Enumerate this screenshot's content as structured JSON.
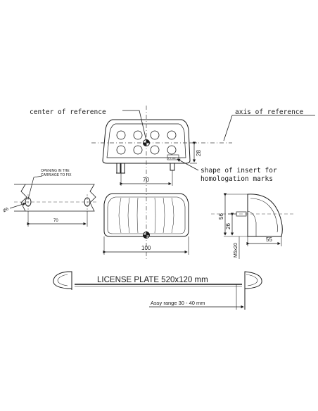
{
  "labels": {
    "center_of_reference": "center of reference",
    "axis_of_reference": "axis of reference",
    "shape_of_insert_line1": "shape of insert for",
    "shape_of_insert_line2": "homologation marks",
    "opening_line1": "OPENING IN THE",
    "opening_line2": "CARRIAGE TO FIX",
    "hole_dia": "Ø6",
    "insert_mark": "FT-06",
    "license_plate": "LICENSE PLATE 520x120 mm",
    "assy_range": "Assy range 30 - 40 mm"
  },
  "dimensions": {
    "dim_28": "28",
    "dim_70_top": "70",
    "dim_70_left": "70",
    "dim_100": "100",
    "dim_56": "56",
    "dim_26": "26",
    "dim_m5x20": "M5x20",
    "dim_55": "55"
  },
  "colors": {
    "line": "#1a1a1a",
    "dashed": "#444444",
    "background": "#ffffff"
  }
}
